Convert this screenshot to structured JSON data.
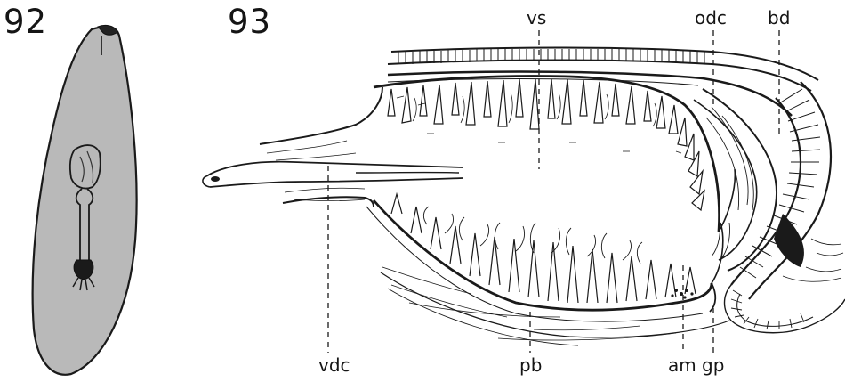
{
  "figures": [
    {
      "number": "92"
    },
    {
      "number": "93"
    }
  ],
  "labels": {
    "vs": "vs",
    "odc": "odc",
    "bd": "bd",
    "vdc": "vdc",
    "pb": "pb",
    "am": "am",
    "gp": "gp"
  },
  "colors": {
    "body_fill": "#b9b9b9",
    "ink": "#1a1a1a",
    "paper": "#ffffff"
  }
}
